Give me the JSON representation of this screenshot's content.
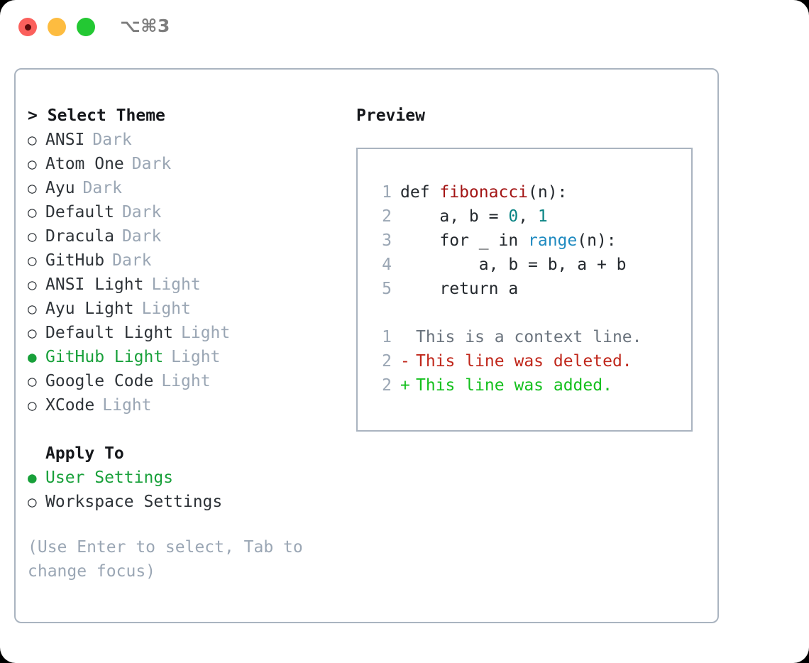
{
  "titlebar": {
    "lights": [
      {
        "name": "close-button",
        "color": "#fb605c"
      },
      {
        "name": "minimize-button",
        "color": "#fdbc40"
      },
      {
        "name": "maximize-button",
        "color": "#23c833"
      }
    ],
    "shortcut": "⌥⌘3"
  },
  "theme_panel": {
    "heading_caret": ">",
    "heading": "Select Theme",
    "marker_on": "●",
    "marker_off": "○",
    "items": [
      {
        "label": "ANSI",
        "tag": "Dark",
        "selected": false
      },
      {
        "label": "Atom One",
        "tag": "Dark",
        "selected": false
      },
      {
        "label": "Ayu",
        "tag": "Dark",
        "selected": false
      },
      {
        "label": "Default",
        "tag": "Dark",
        "selected": false
      },
      {
        "label": "Dracula",
        "tag": "Dark",
        "selected": false
      },
      {
        "label": "GitHub",
        "tag": "Dark",
        "selected": false
      },
      {
        "label": "ANSI Light",
        "tag": "Light",
        "selected": false
      },
      {
        "label": "Ayu Light",
        "tag": "Light",
        "selected": false
      },
      {
        "label": "Default Light",
        "tag": "Light",
        "selected": false
      },
      {
        "label": "GitHub Light",
        "tag": "Light",
        "selected": true
      },
      {
        "label": "Google Code",
        "tag": "Light",
        "selected": false
      },
      {
        "label": "XCode",
        "tag": "Light",
        "selected": false
      }
    ],
    "apply_to_title": "Apply To",
    "apply_to_options": [
      {
        "label": "User Settings",
        "selected": true
      },
      {
        "label": "Workspace Settings",
        "selected": false
      }
    ],
    "hint": "(Use Enter to select, Tab to change focus)",
    "accent_color": "#18a03a",
    "muted_color": "#9aa6b4"
  },
  "preview": {
    "title": "Preview",
    "code_lines": [
      {
        "no": "1",
        "segments": [
          {
            "text": "def ",
            "type": "plain"
          },
          {
            "text": "fibonacci",
            "type": "fn"
          },
          {
            "text": "(n):",
            "type": "plain"
          }
        ]
      },
      {
        "no": "2",
        "segments": [
          {
            "text": "    a, b = ",
            "type": "plain"
          },
          {
            "text": "0",
            "type": "num"
          },
          {
            "text": ", ",
            "type": "plain"
          },
          {
            "text": "1",
            "type": "num"
          }
        ]
      },
      {
        "no": "3",
        "segments": [
          {
            "text": "    for _ in ",
            "type": "plain"
          },
          {
            "text": "range",
            "type": "call"
          },
          {
            "text": "(n):",
            "type": "plain"
          }
        ]
      },
      {
        "no": "4",
        "segments": [
          {
            "text": "        a, b = b, a + b",
            "type": "plain"
          }
        ]
      },
      {
        "no": "5",
        "segments": [
          {
            "text": "    return a",
            "type": "plain"
          }
        ]
      }
    ],
    "diff_lines": [
      {
        "no": "1",
        "sign": " ",
        "text": "This is a context line.",
        "kind": "context"
      },
      {
        "no": "2",
        "sign": "-",
        "text": "This line was deleted.",
        "kind": "del"
      },
      {
        "no": "2",
        "sign": "+",
        "text": "This line was added.",
        "kind": "add"
      }
    ]
  }
}
